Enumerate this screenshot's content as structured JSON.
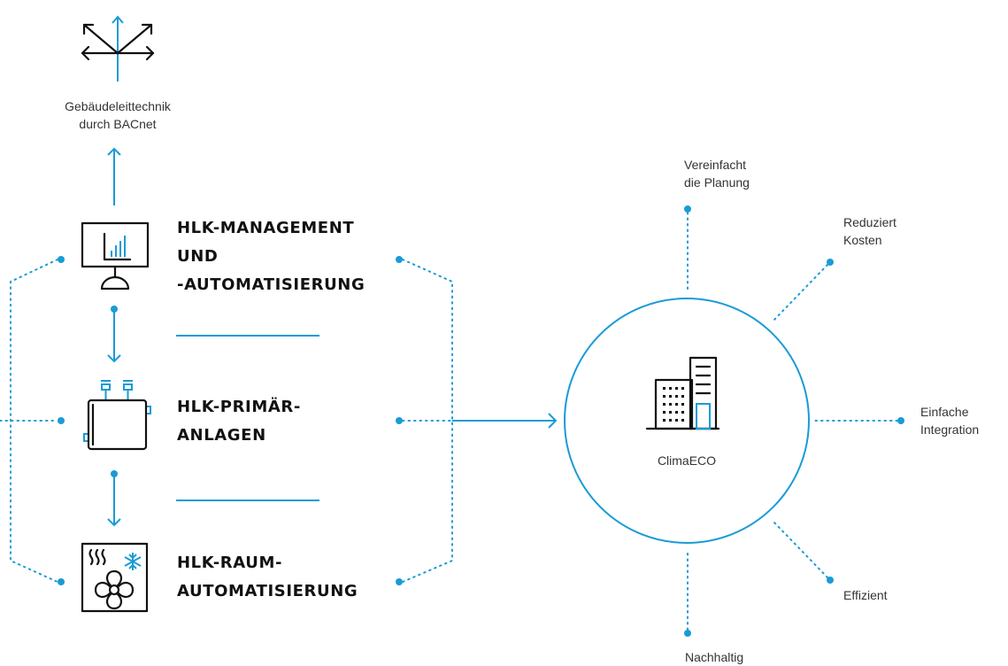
{
  "top": {
    "label_line1": "Gebäudeleittechnik",
    "label_line2": "durch BACnet",
    "icon": "arrows-spread-icon"
  },
  "sections": [
    {
      "line1": "HLK-MANAGEMENT",
      "line2": "UND",
      "line3": "-AUTOMATISIERUNG",
      "icon": "monitor-chart-icon"
    },
    {
      "line1": "HLK-PRIMÄR-",
      "line2": "ANLAGEN",
      "icon": "hvac-unit-icon"
    },
    {
      "line1": "HLK-RAUM-",
      "line2": "AUTOMATISIERUNG",
      "icon": "heat-cool-fan-icon"
    }
  ],
  "center": {
    "label": "ClimaECO",
    "icon": "building-icon"
  },
  "benefits": [
    {
      "line1": "Vereinfacht",
      "line2": "die Planung"
    },
    {
      "line1": "Reduziert",
      "line2": "Kosten"
    },
    {
      "line1": "Einfache",
      "line2": "Integration"
    },
    {
      "line1": "Effizient",
      "line2": ""
    },
    {
      "line1": "Nachhaltig",
      "line2": ""
    }
  ],
  "colors": {
    "accent": "#1a9bd7",
    "text": "#111111",
    "icon": "#111111"
  }
}
